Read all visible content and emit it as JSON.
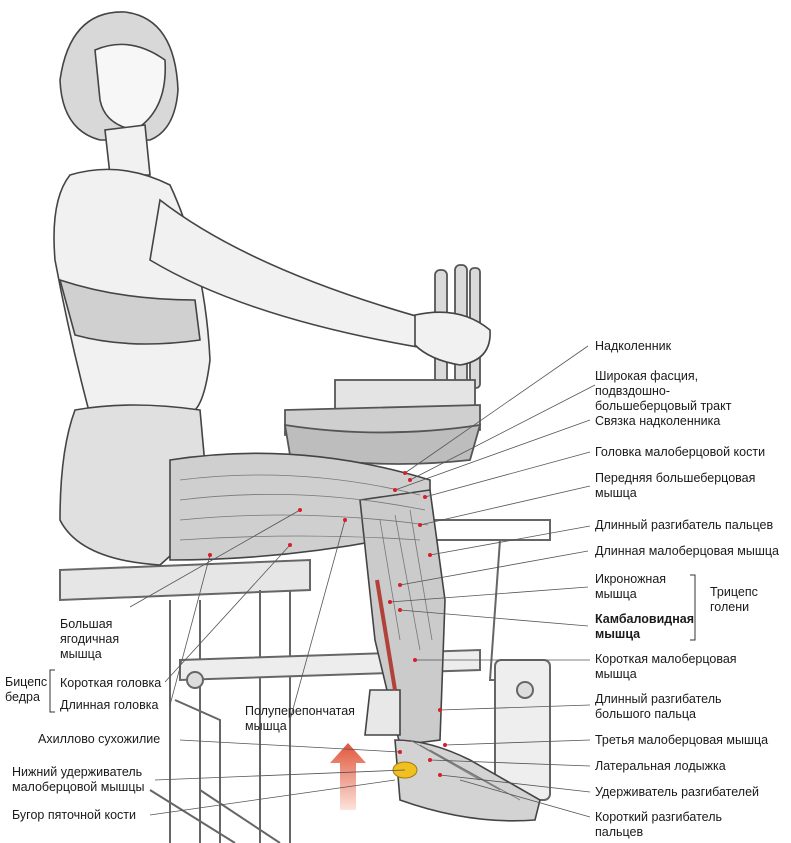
{
  "labels": {
    "nadkolennik": "Надколенник",
    "fascia": "Широкая фасция, подвздошно-большеберцовый тракт",
    "svyazka": "Связка надколенника",
    "golovka_malobertsovoy": "Головка малоберцовой кости",
    "perednyaya": "Передняя большеберцовая мышца",
    "dlinny_razgib_paltsev": "Длинный разгибатель пальцев",
    "dlinnaya_malobertsovaya": "Длинная малоберцовая мышца",
    "ikronozhnaya": "Икроножная мышца",
    "tritseps": "Трицепс голени",
    "kambalovidnaya": "Камбаловидная мышца",
    "korotkaya_malobertsovaya": "Короткая малоберцовая мышца",
    "dlinny_razgib_palets": "Длинный разгибатель большого пальца",
    "tretya": "Третья малоберцовая мышца",
    "lateralnaya": "Латеральная лодыжка",
    "uderzhivatel_razgib": "Удерживатель разгибателей",
    "korotky_razgib": "Короткий разгибатель пальцев",
    "bolshaya_yagodichnaya": "Большая ягодичная мышца",
    "biceps": "Бицепс бедра",
    "korotkaya_golovka": "Короткая головка",
    "dlinnaya_golovka": "Длинная головка",
    "polupereponchataya": "Полуперепончатая мышца",
    "akhillovo": "Ахиллово сухожилие",
    "nizhny_uderzhivatel": "Нижний удерживатель малоберцовой мышцы",
    "bugor": "Бугор пяточной кости"
  },
  "colors": {
    "arrow": "#e2553a",
    "marker": "#d61f2a",
    "ankle_highlight": "#f0c020"
  }
}
